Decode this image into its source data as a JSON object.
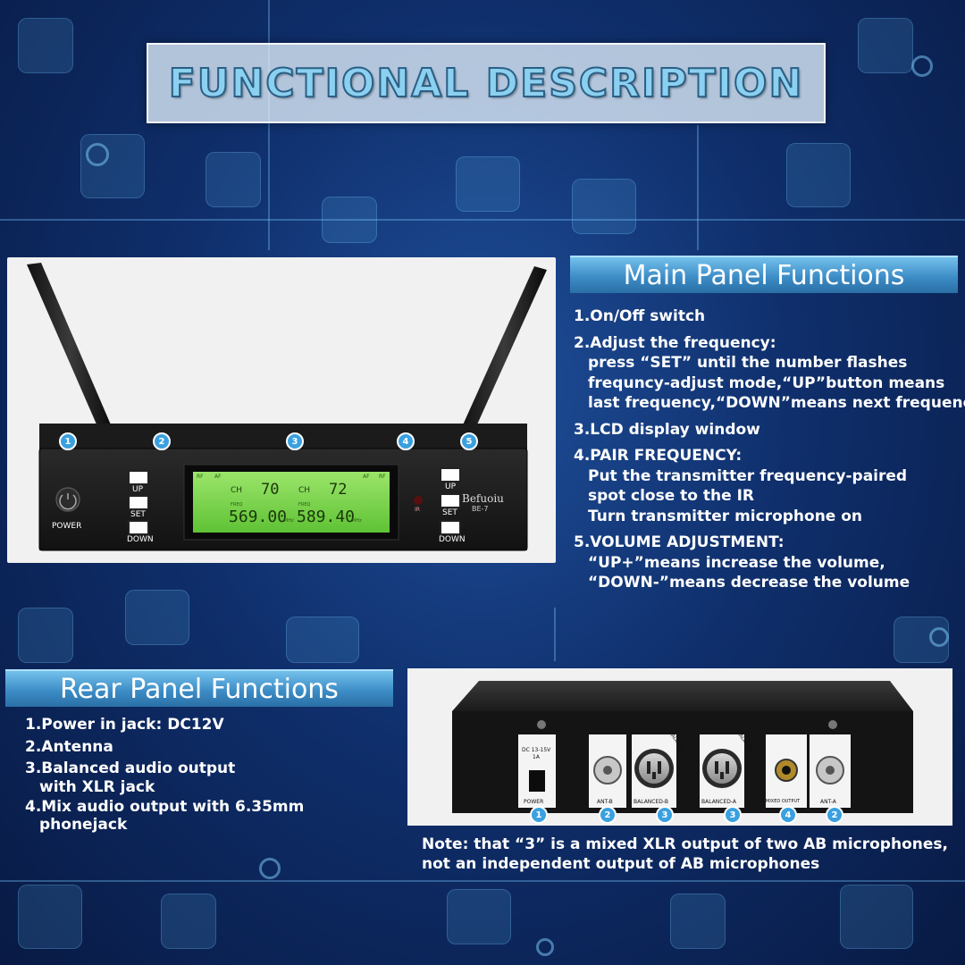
{
  "header": {
    "title": "FUNCTIONAL DESCRIPTION"
  },
  "main_panel": {
    "title": "Main Panel Functions",
    "lines": [
      "1.On/Off switch",
      "2.Adjust the frequency:",
      "press “SET” until the number flashes",
      "frequncy-adjust mode,“UP”button means",
      "last frequency,“DOWN”means next frequency",
      "3.LCD display window",
      "4.PAIR FREQUENCY:",
      "Put the transmitter frequency-paired",
      "spot close to the IR",
      "Turn transmitter microphone on",
      "5.VOLUME ADJUSTMENT:",
      "“UP+”means increase the volume,",
      "“DOWN-”means decrease the volume"
    ]
  },
  "rear_panel": {
    "title": "Rear Panel Functions",
    "lines": [
      "1.Power in jack: DC12V",
      "2.Antenna",
      "3.Balanced audio output",
      "with XLR jack",
      "4.Mix audio output with 6.35mm",
      "phonejack"
    ]
  },
  "note": {
    "line1": "Note: that “3” is a mixed XLR output of two AB microphones,",
    "line2": "not an independent output of AB microphones"
  },
  "receiver_front": {
    "brand": "Befuoiu",
    "model": "BE-7",
    "power_label": "POWER",
    "up_label": "UP",
    "set_label": "SET",
    "down_label": "DOWN",
    "ir_label": "IR",
    "lcd": {
      "rf": "RF",
      "af": "AF",
      "ch": "CH",
      "freq": "FREQ",
      "mhz": "MHz",
      "ch_a": "70",
      "ch_b": "72",
      "freq_a": "569.00",
      "freq_b": "589.40"
    },
    "callouts": [
      "1",
      "2",
      "3",
      "4",
      "5"
    ]
  },
  "receiver_rear": {
    "labels": {
      "power": "POWER",
      "ant_b": "ANT-B",
      "balanced_b": "BALANCED-B",
      "balanced_a": "BALANCED-A",
      "mixed_output": "MIXED OUTPUT",
      "ant_a": "ANT-A",
      "dc_line1": "DC 13-15V",
      "dc_line2": "1A",
      "balanced_curve": "BALANCED"
    },
    "callouts": [
      "1",
      "2",
      "3",
      "3",
      "4",
      "2"
    ]
  },
  "colors": {
    "lcd_green": "#7bd44a",
    "section_blue": "#3d8dc7",
    "callout_blue": "#3aa0e0"
  }
}
